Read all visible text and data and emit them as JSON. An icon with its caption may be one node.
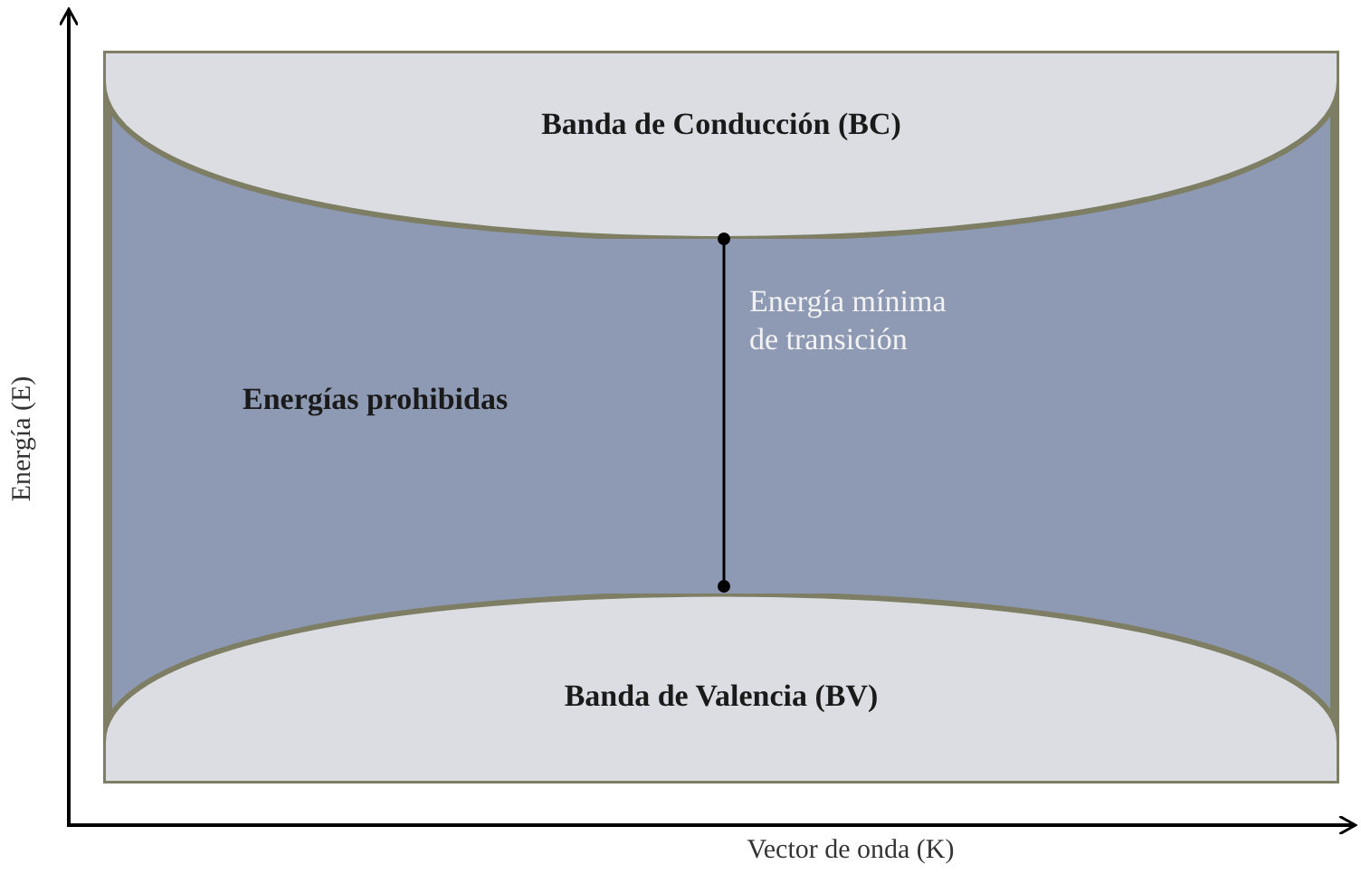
{
  "diagram": {
    "nodes": [
      {
        "text": [
          "Energías prohibidas"
        ]
      },
      {
        "text": [
          "Banda de Conducción (BC)"
        ],
        "in": 0
      },
      {
        "text": [
          "Banda de Valencia (BV)"
        ],
        "in": 0
      }
    ],
    "labels": [
      "Energía mínima de transición",
      "Energía (E)",
      "Vector de onda (K)"
    ]
  }
}
